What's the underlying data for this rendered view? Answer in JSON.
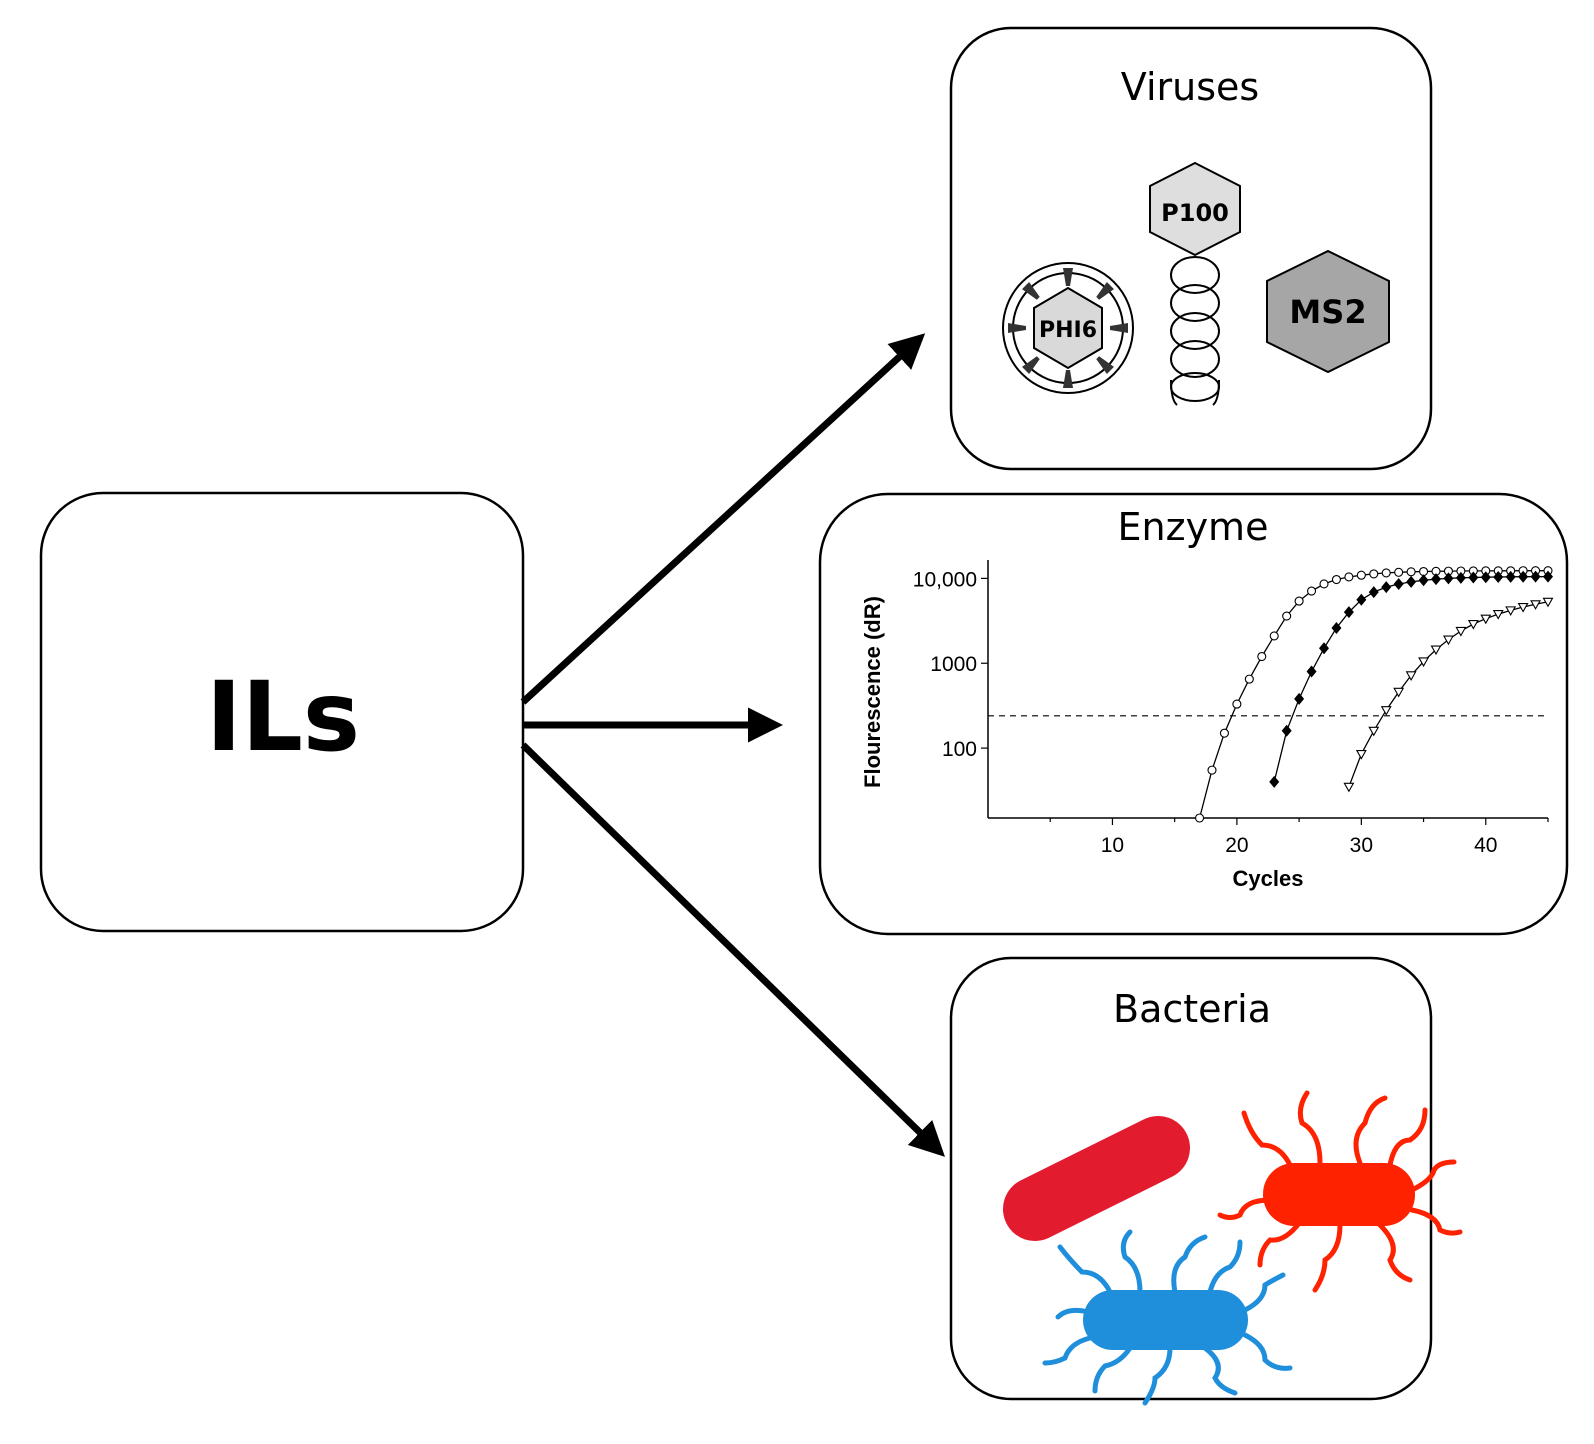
{
  "source": {
    "label": "ILs"
  },
  "targets": {
    "viruses": {
      "title": "Viruses",
      "phi6_label": "PHI6",
      "p100_label": "P100",
      "ms2_label": "MS2"
    },
    "enzyme": {
      "title": "Enzyme"
    },
    "bacteria": {
      "title": "Bacteria",
      "colors": {
        "rod": "#e31b2e",
        "red": "#ff2200",
        "blue": "#1f8fdb"
      }
    }
  },
  "chart_data": {
    "type": "line",
    "title": "",
    "xlabel": "Cycles",
    "ylabel": "Flourescence (dR)",
    "xlim": [
      0,
      45
    ],
    "ylim": [
      15,
      14000
    ],
    "yscale": "log",
    "x_ticks": [
      10,
      20,
      30,
      40
    ],
    "x_tick_labels": [
      "10",
      "20",
      "30",
      "40"
    ],
    "y_ticks": [
      100,
      1000,
      10000
    ],
    "y_tick_labels": [
      "100",
      "1000",
      "10,000"
    ],
    "threshold": 240,
    "series": [
      {
        "marker": "open-circle",
        "x": [
          17,
          18,
          19,
          20,
          21,
          22,
          23,
          24,
          25,
          26,
          27,
          28,
          29,
          30,
          31,
          32,
          33,
          34,
          35,
          36,
          37,
          38,
          39,
          40,
          41,
          42,
          43,
          44,
          45
        ],
        "y": [
          15,
          55,
          150,
          330,
          650,
          1200,
          2100,
          3600,
          5400,
          7100,
          8600,
          9700,
          10400,
          10900,
          11300,
          11600,
          11800,
          11950,
          12050,
          12120,
          12180,
          12220,
          12250,
          12270,
          12290,
          12300,
          12310,
          12320,
          12330
        ]
      },
      {
        "marker": "filled-diamond",
        "x": [
          23,
          24,
          25,
          26,
          27,
          28,
          29,
          30,
          31,
          32,
          33,
          34,
          35,
          36,
          37,
          38,
          39,
          40,
          41,
          42,
          43,
          44,
          45
        ],
        "y": [
          40,
          160,
          380,
          800,
          1500,
          2600,
          4000,
          5600,
          6900,
          7900,
          8600,
          9100,
          9500,
          9800,
          10000,
          10150,
          10250,
          10330,
          10390,
          10430,
          10460,
          10480,
          10500
        ]
      },
      {
        "marker": "open-triangle-down",
        "x": [
          29,
          30,
          31,
          32,
          33,
          34,
          35,
          36,
          37,
          38,
          39,
          40,
          41,
          42,
          43,
          44,
          45
        ],
        "y": [
          35,
          85,
          160,
          280,
          460,
          720,
          1050,
          1450,
          1900,
          2400,
          2900,
          3350,
          3800,
          4200,
          4600,
          4950,
          5300
        ]
      }
    ]
  }
}
